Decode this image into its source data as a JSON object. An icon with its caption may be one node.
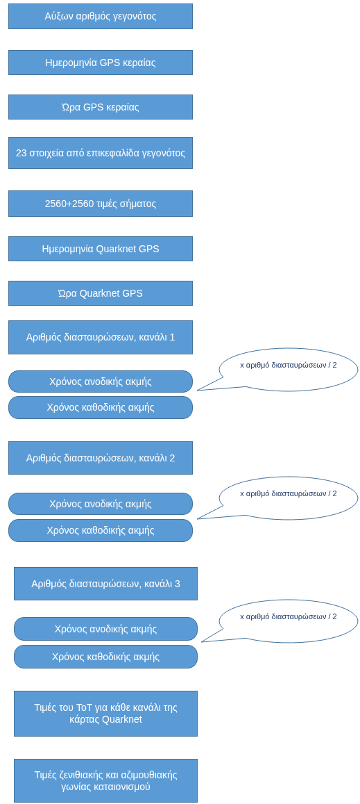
{
  "diagram": {
    "nodes": [
      {
        "text": [
          "Αύξων αριθμός γεγονότος"
        ]
      },
      {
        "text": [
          "Ημερομηνία GPS κεραίας"
        ]
      },
      {
        "text": [
          "Ώρα GPS κεραίας"
        ]
      },
      {
        "text": [
          "23 στοιχεία από επικεφαλίδα γεγονότος"
        ]
      },
      {
        "text": [
          "2560+2560 τιμές σήματος"
        ]
      },
      {
        "text": [
          "Ημερομηνία Quarknet GPS"
        ]
      },
      {
        "text": [
          "Ώρα Quarknet GPS"
        ]
      },
      {
        "text": [
          "Αριθμός διασταυρώσεων, κανάλι 1"
        ]
      },
      {
        "text": [
          "Χρόνος ανοδικής ακμής"
        ]
      },
      {
        "text": [
          "x αριθμό διασταυρώσεων / 2"
        ]
      },
      {
        "text": [
          "Χρόνος καθοδικής ακμής"
        ]
      },
      {
        "text": [
          "Αριθμός διασταυρώσεων, κανάλι 2"
        ]
      },
      {
        "text": [
          "Χρόνος ανοδικής ακμής"
        ]
      },
      {
        "text": [
          "x αριθμό διασταυρώσεων / 2"
        ]
      },
      {
        "text": [
          "Χρόνος καθοδικής ακμής"
        ]
      },
      {
        "text": [
          "Αριθμός διασταυρώσεων, κανάλι 3"
        ]
      },
      {
        "text": [
          "Χρόνος ανοδικής ακμής"
        ]
      },
      {
        "text": [
          "x αριθμό διασταυρώσεων / 2"
        ]
      },
      {
        "text": [
          "Χρόνος καθοδικής ακμής"
        ]
      },
      {
        "text": [
          "Τιμές του ToT για κάθε κανάλι της κάρτας Quarknet"
        ]
      },
      {
        "text": [
          "Τιμές ζενιθιακής και αζιμουθιακής γωνίας καταιονισμού"
        ]
      }
    ]
  }
}
